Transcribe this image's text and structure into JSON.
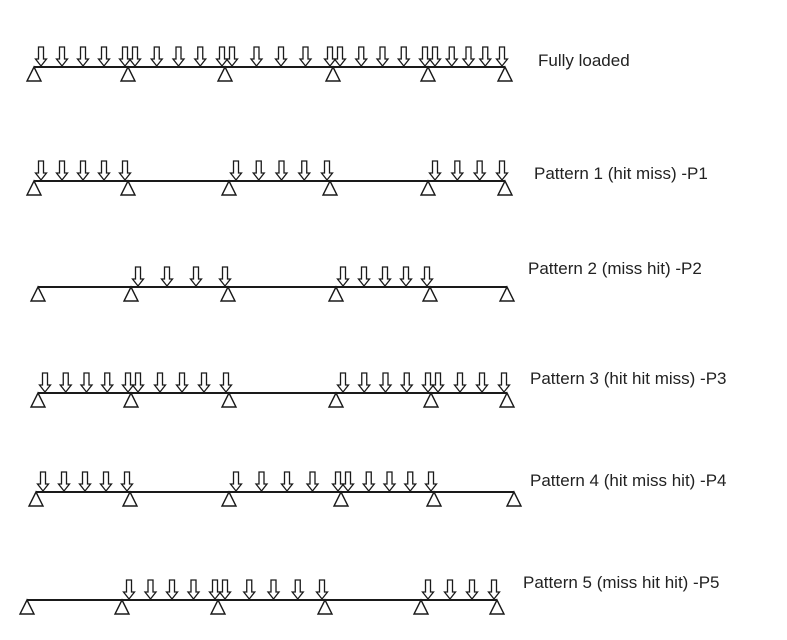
{
  "colors": {
    "ink": "#1a1a1a",
    "text": "#222222",
    "background": "#ffffff"
  },
  "rows": [
    {
      "label": "Fully loaded",
      "supports": 6,
      "loaded_spans": [
        1,
        2,
        3,
        4,
        5
      ]
    },
    {
      "label": "Pattern 1 (hit miss) -P1",
      "supports": 6,
      "loaded_spans": [
        1,
        3,
        5
      ]
    },
    {
      "label": "Pattern 2 (miss hit) -P2",
      "supports": 6,
      "loaded_spans": [
        2,
        4
      ]
    },
    {
      "label": "Pattern 3 (hit hit  miss) -P3",
      "supports": 6,
      "loaded_spans": [
        1,
        2,
        4,
        5
      ]
    },
    {
      "label": "Pattern 4 (hit miss hit) -P4",
      "supports": 6,
      "loaded_spans": [
        1,
        3,
        4
      ]
    },
    {
      "label": "Pattern 5 (miss hit hit) -P5",
      "supports": 6,
      "loaded_spans": [
        2,
        3,
        5
      ]
    }
  ]
}
